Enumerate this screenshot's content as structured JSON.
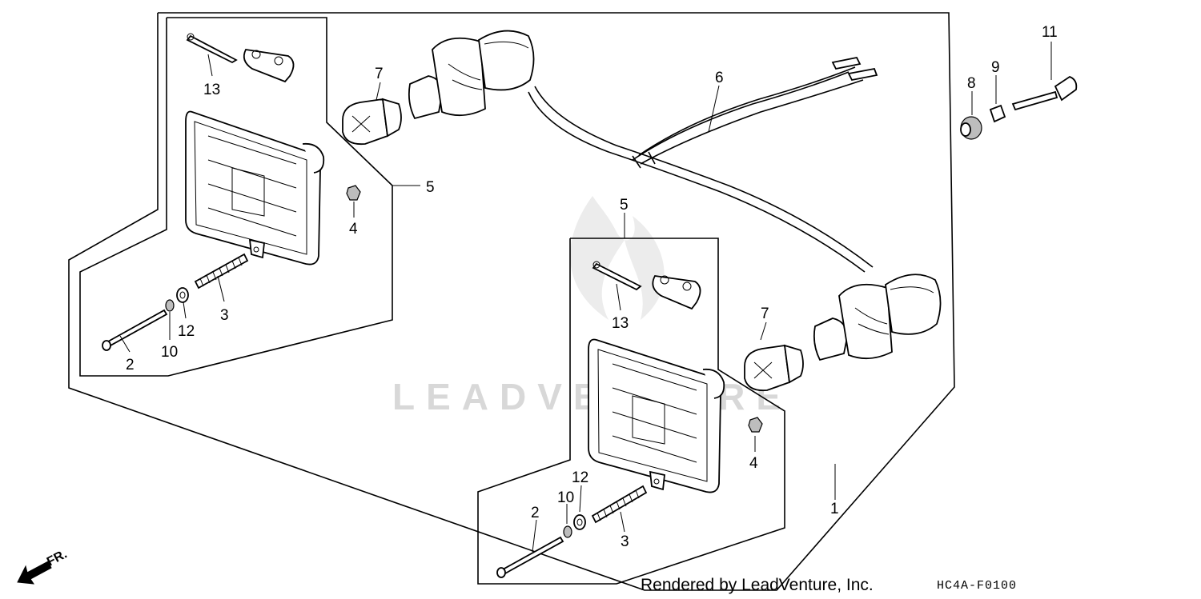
{
  "diagram": {
    "watermark": "LEADVENTURE",
    "direction_label": "FR.",
    "rendered_by": "Rendered by LeadVenture, Inc.",
    "diagram_code": "HC4A-F0100",
    "callouts": {
      "left_13": "13",
      "left_7": "7",
      "left_5": "5",
      "left_4": "4",
      "left_3": "3",
      "left_12": "12",
      "left_10": "10",
      "left_2": "2",
      "harness_6": "6",
      "right_8": "8",
      "right_9": "9",
      "right_11": "11",
      "right_5": "5",
      "right_13": "13",
      "right_7": "7",
      "right_4": "4",
      "right_12": "12",
      "right_10": "10",
      "right_2": "2",
      "right_3": "3",
      "assembly_1": "1"
    }
  }
}
